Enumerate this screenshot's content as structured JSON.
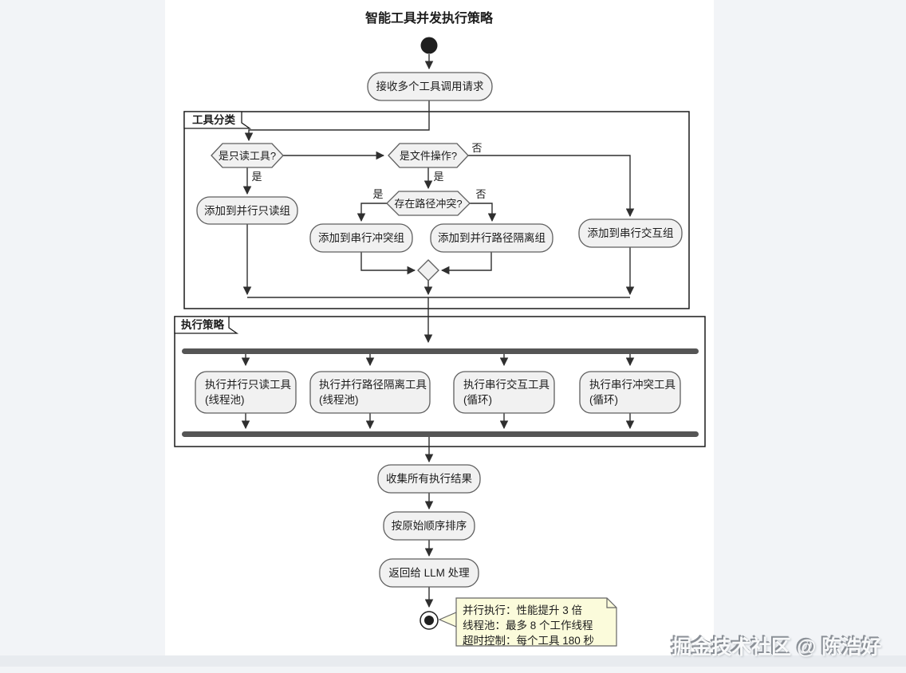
{
  "page": {
    "title": "智能工具并发执行策略",
    "watermark": "掘金技术社区 @ 陈浩好"
  },
  "colors": {
    "canvas": "#ffffff",
    "page_background": "#f2f4f7",
    "node_fill": "#f1f1f1",
    "node_border": "#5f5f5f",
    "line": "#2f2f2f",
    "partition_border": "#1a1a1a",
    "sync_bar": "#555555",
    "note_fill": "#fbfbdb",
    "note_border": "#666666"
  },
  "partitions": {
    "classify": "工具分类",
    "execute": "执行策略"
  },
  "nodes": {
    "receive": "接收多个工具调用请求",
    "add_parallel_readonly": "添加到并行只读组",
    "add_serial_conflict": "添加到串行冲突组",
    "add_parallel_isolated": "添加到并行路径隔离组",
    "add_serial_interactive": "添加到串行交互组",
    "collect": "收集所有执行结果",
    "sort": "按原始顺序排序",
    "return_llm": "返回给 LLM 处理"
  },
  "decisions": {
    "readonly": "是只读工具?",
    "file_op": "是文件操作?",
    "path_conflict": "存在路径冲突?"
  },
  "edge_labels": {
    "yes": "是",
    "no": "否"
  },
  "exec_nodes": {
    "parallel_readonly": {
      "line1": "执行并行只读工具",
      "line2": "(线程池)"
    },
    "parallel_isolated": {
      "line1": "执行并行路径隔离工具",
      "line2": "(线程池)"
    },
    "serial_interactive": {
      "line1": "执行串行交互工具",
      "line2": "(循环)"
    },
    "serial_conflict": {
      "line1": "执行串行冲突工具",
      "line2": "(循环)"
    }
  },
  "note": {
    "line1": "并行执行：性能提升 3 倍",
    "line2": "线程池：最多 8 个工作线程",
    "line3": "超时控制：每个工具 180 秒"
  }
}
